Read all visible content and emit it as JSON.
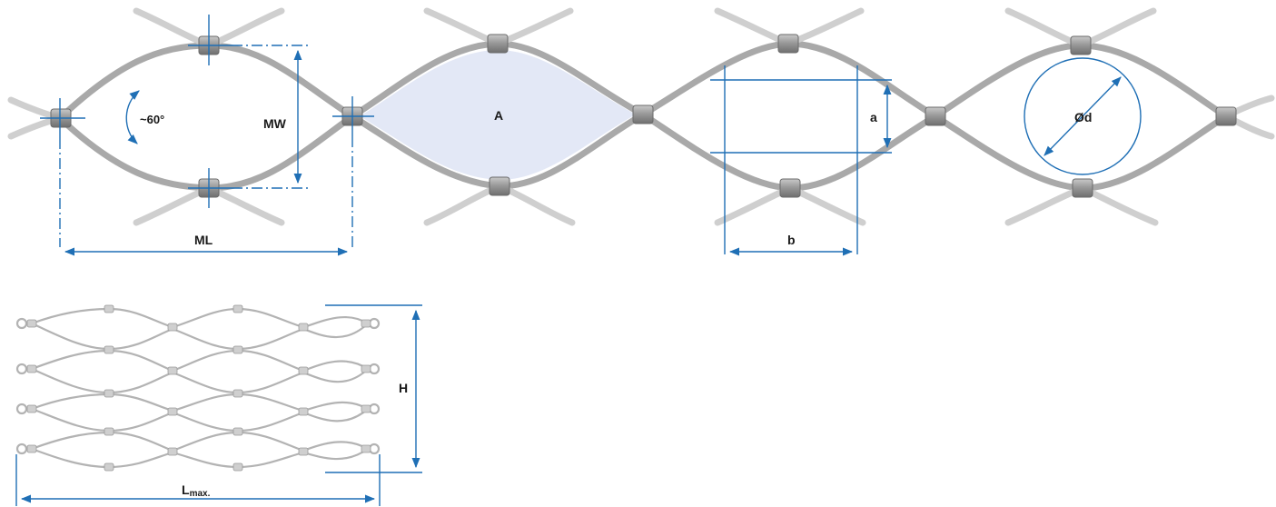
{
  "labels": {
    "angle": "~60°",
    "mesh_width": "MW",
    "mesh_length": "ML",
    "area": "A",
    "side_a": "a",
    "side_b": "b",
    "diameter": "Ød",
    "height": "H",
    "length_max_main": "L",
    "length_max_sub": "max."
  },
  "colors": {
    "dimension_line": "#1f6fb5",
    "cable": "#a9a9a9",
    "ferrule": "#8a8a8a",
    "area_fill": "#e3e8f6"
  }
}
